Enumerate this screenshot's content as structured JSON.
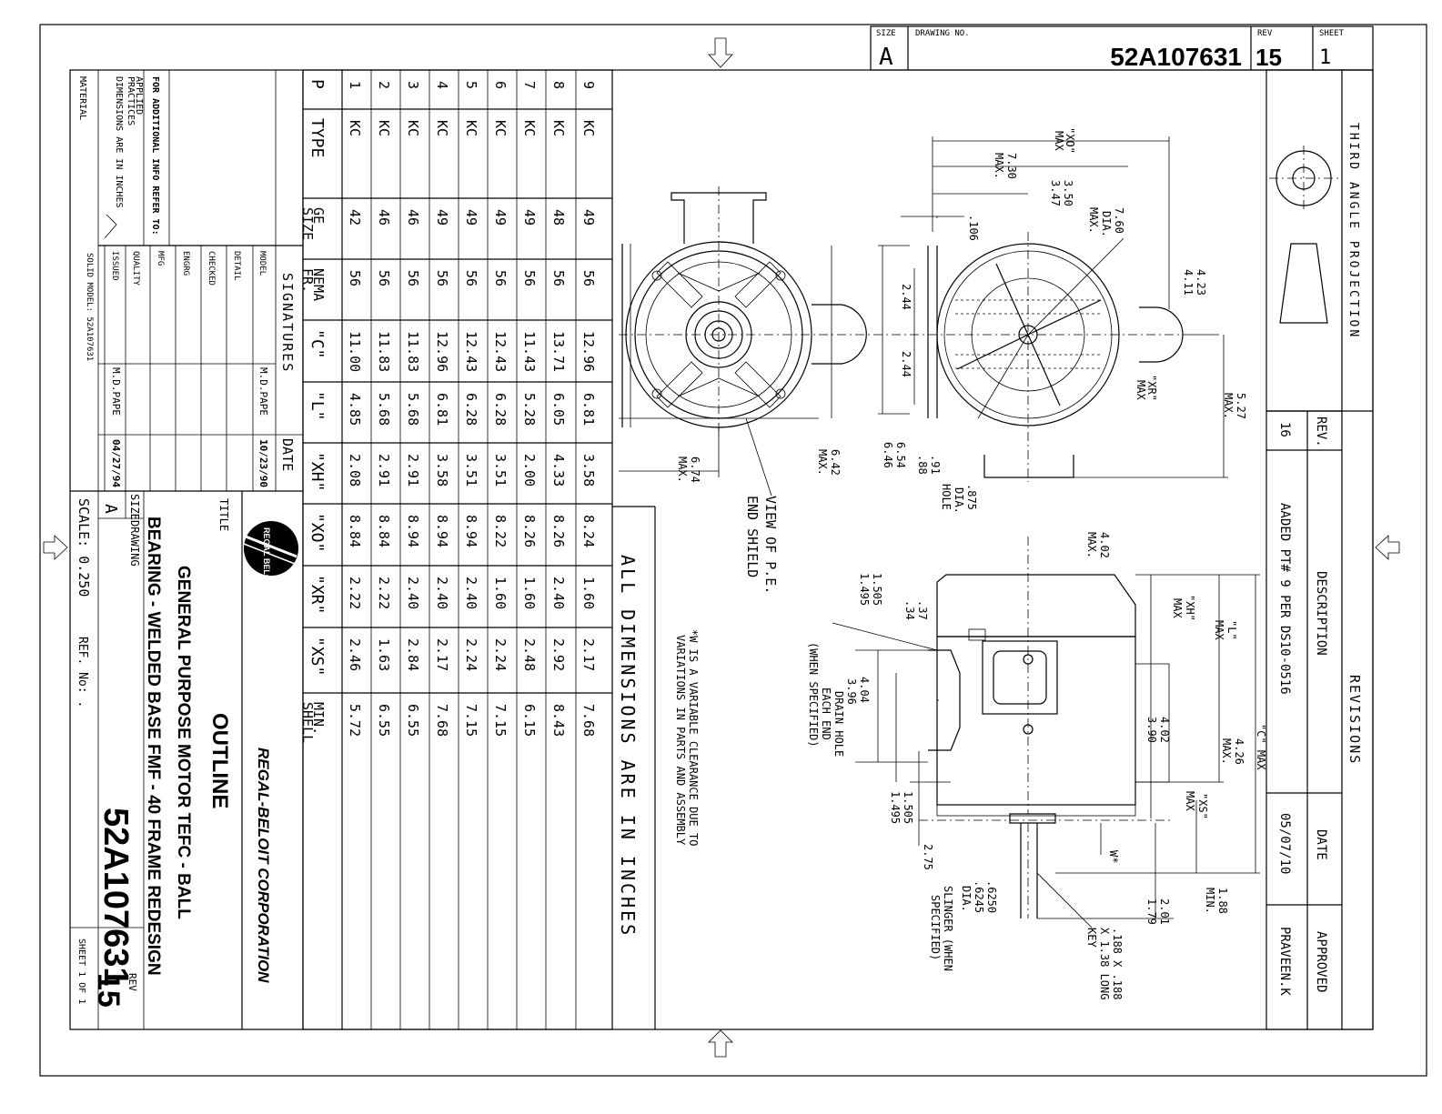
{
  "title_block_top": {
    "size_label": "SIZE",
    "size_value": "A",
    "drawing_no_label": "DRAWING NO.",
    "drawing_no": "52A107631",
    "rev_label": "REV",
    "rev_value": "15",
    "sheet_label": "SHEET",
    "sheet_value": "1"
  },
  "projection": {
    "label": "THIRD ANGLE PROJECTION"
  },
  "revisions": {
    "header": "REVISIONS",
    "columns": [
      "REV.",
      "DESCRIPTION",
      "DATE",
      "APPROVED"
    ],
    "rows": [
      {
        "rev": "16",
        "description": "AADED PT# 9 PER DS10-0516",
        "date": "05/07/10",
        "approved": "PRAVEEN.K"
      }
    ]
  },
  "table": {
    "columns": [
      "P",
      "TYPE",
      "GE SIZE",
      "NEMA FR.",
      "\"C\"",
      "\"L\"",
      "\"XH\"",
      "\"XO\"",
      "\"XR\"",
      "\"XS\"",
      "MIN. SHELL"
    ],
    "rows": [
      [
        "1",
        "KC",
        "42",
        "56",
        "11.00",
        "4.85",
        "2.08",
        "8.84",
        "2.22",
        "2.46",
        "5.72"
      ],
      [
        "2",
        "KC",
        "46",
        "56",
        "11.83",
        "5.68",
        "2.91",
        "8.84",
        "2.22",
        "1.63",
        "6.55"
      ],
      [
        "3",
        "KC",
        "46",
        "56",
        "11.83",
        "5.68",
        "2.91",
        "8.94",
        "2.40",
        "2.84",
        "6.55"
      ],
      [
        "4",
        "KC",
        "49",
        "56",
        "12.96",
        "6.81",
        "3.58",
        "8.94",
        "2.40",
        "2.17",
        "7.68"
      ],
      [
        "5",
        "KC",
        "49",
        "56",
        "12.43",
        "6.28",
        "3.51",
        "8.94",
        "2.40",
        "2.24",
        "7.15"
      ],
      [
        "6",
        "KC",
        "49",
        "56",
        "12.43",
        "6.28",
        "3.51",
        "8.22",
        "1.60",
        "2.24",
        "7.15"
      ],
      [
        "7",
        "KC",
        "49",
        "56",
        "11.43",
        "5.28",
        "2.00",
        "8.26",
        "1.60",
        "2.48",
        "6.15"
      ],
      [
        "8",
        "KC",
        "48",
        "56",
        "13.71",
        "6.05",
        "4.33",
        "8.26",
        "2.40",
        "2.92",
        "8.43"
      ],
      [
        "9",
        "KC",
        "49",
        "56",
        "12.96",
        "6.81",
        "3.58",
        "8.24",
        "1.60",
        "2.17",
        "7.68"
      ]
    ]
  },
  "notes": {
    "all_dims": "ALL DIMENSIONS ARE IN INCHES",
    "variable_1": "*W IS A VARIABLE CLEARANCE DUE TO",
    "variable_2": "VARIATIONS IN PARTS AND ASSEMBLY"
  },
  "info_block": {
    "for_info": "FOR ADDITIONAL INFO REFER TO:",
    "applied": "APPLIED",
    "practices": "PRACTICES",
    "dims_inches": "DIMENSIONS ARE IN INCHES",
    "material": "MATERIAL",
    "signatures": "SIGNATURES",
    "date_hdr": "DATE",
    "roles": [
      "MODEL",
      "DETAIL",
      "CHECKED",
      "ENGRG",
      "MFG",
      "QUALITY",
      "ISSUED"
    ],
    "model_sig": "M.D.PAPE",
    "model_date": "10/23/90",
    "issued_sig": "M.D.PAPE",
    "issued_date": "04/27/94",
    "solid_model": "SOLID MODEL: 52A107631"
  },
  "title_block": {
    "company": "REGAL-BELOIT CORPORATION",
    "logo_text": "REGAL BELOIT",
    "title_label": "TITLE",
    "title_main": "OUTLINE",
    "line1": "GENERAL PURPOSE MOTOR TEFC - BALL",
    "line2": "BEARING - WELDED BASE  FMF - 40 FRAME REDESIGN",
    "size_label": "SIZE",
    "drawing_label": "DRAWING",
    "size_value": "A",
    "drawing_no": "52A107631",
    "rev_label": "REV",
    "rev_value": "15",
    "scale": "SCALE: 0.250",
    "ref": "REF. No: .",
    "sheet": "SHEET 1 OF 1"
  },
  "views": {
    "pe_view_1": "VIEW OF P.E.",
    "pe_view_2": "END SHIELD"
  },
  "dims": {
    "xo": "\"XO\"",
    "xo_max": "MAX",
    "d730": "7.30",
    "d730_max": "MAX.",
    "d350": "3.50",
    "d347": "3.47",
    "d106": ".106",
    "d760": "7.60",
    "d760_dia": "DIA.",
    "d760_max": "MAX.",
    "d423": "4.23",
    "d411": "4.11",
    "d244a": "2.44",
    "d244b": "2.44",
    "xr": "\"XR\"",
    "xr_max": "MAX",
    "d527": "5.27",
    "d527_max": "MAX.",
    "d642": "6.42",
    "d642_max": "MAX.",
    "d654": "6.54",
    "d646": "6.46",
    "d91": ".91",
    "d88": ".88",
    "d875": ".875",
    "d875_dia": "DIA.",
    "d875_hole": "HOLE",
    "d674": "6.74",
    "d674_max": "MAX.",
    "d402a": "4.02",
    "d402a_max": "MAX.",
    "d1505a": "1.505",
    "d1495a": "1.495",
    "d37": ".37",
    "d34": ".34",
    "d404": "4.04",
    "d396": "3.96",
    "drain1": "DRAIN HOLE",
    "drain2": "EACH END",
    "drain3": "(WHEN SPECIFIED)",
    "xh": "\"XH\"",
    "xh_max": "MAX",
    "l": "\"L\"",
    "l_max": "MAX",
    "d402b": "4.02",
    "d390": "3.90",
    "d426": "4.26",
    "d426_max": "MAX.",
    "c_max": "\"C\" MAX",
    "xs": "\"XS\"",
    "xs_max": "MAX",
    "w": "W*",
    "d1505b": "1.505",
    "d1495b": "1.495",
    "d275": "2.75",
    "d6250": ".6250",
    "d6245": ".6245",
    "shaft_dia": "DIA.",
    "slinger1": "SLINGER (WHEN",
    "slinger2": "SPECIFIED)",
    "key1": ".188 X .188",
    "key2": "X 1.38 LONG",
    "key3": "KEY",
    "d201": "2.01",
    "d179": "1.79",
    "d188": "1.88",
    "d188_min": "MIN."
  }
}
